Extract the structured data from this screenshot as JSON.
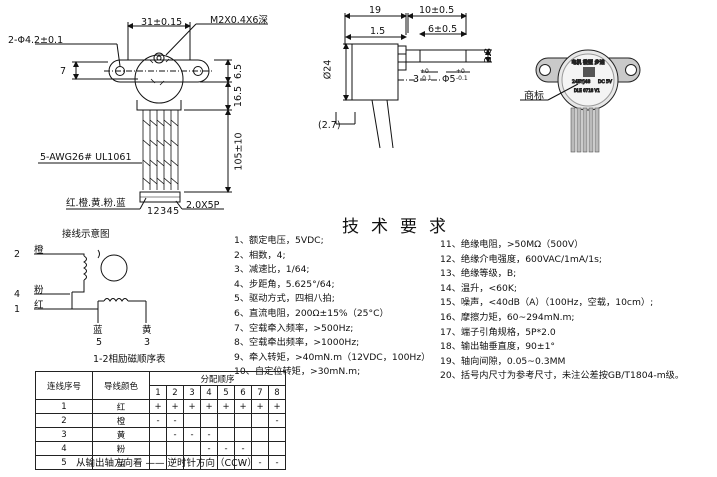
{
  "front_view": {
    "hole_label": "2-Φ4.2±0.1",
    "screw_label": "M2X0.4X6深",
    "dim_31": "31±0.15",
    "dim_7": "7",
    "dim_6_5": "6.5",
    "dim_16_5": "16.5",
    "dim_105": "105±10",
    "wire_label": "5-AWG26# UL1061",
    "color_label": "红.橙.黄.粉.蓝",
    "pin_numbers": "12345",
    "connector_label": "2.0X5P"
  },
  "side_view": {
    "dim_19": "19",
    "dim_10_5": "10±0.5",
    "dim_1_5": "1.5",
    "dim_6_5": "6±0.5",
    "dim_phi24": "Ø24",
    "dim_3": "3",
    "dim_tol_3": "+0\n-0.1",
    "dim_phi5": "Φ5",
    "dim_tol_5": "+0\n-0.1",
    "dim_2_7": "(2.7)",
    "dim_2_8": "2.8"
  },
  "photo": {
    "label": "商标"
  },
  "wiring": {
    "title": "接线示意图",
    "wire_2": "2",
    "wire_2_color": "橙",
    "wire_4": "4",
    "wire_4_color": "粉",
    "wire_1": "1",
    "wire_1_color": "红",
    "bottom_left_color": "蓝",
    "bottom_left_num": "5",
    "bottom_right_color": "黄",
    "bottom_right_num": "3",
    "caption": "1-2相励磁顺序表"
  },
  "spec_title": "技术要求",
  "specs_left": [
    "1、额定电压，5VDC;",
    "2、相数，4;",
    "3、减速比，1/64;",
    "4、步距角，5.625°/64;",
    "5、驱动方式，四相八拍;",
    "6、直流电阻，200Ω±15%（25°C）",
    "7、空载牵入频率，>500Hz;",
    "8、空载牵出频率，>1000Hz;",
    "9、牵入转矩，>40mN.m（12VDC，100Hz）",
    "10、自定位转矩，>30mN.m;"
  ],
  "specs_right": [
    "11、绝缘电阻，>50MΩ（500V）",
    "12、绝缘介电强度，600VAC/1mA/1s;",
    "13、绝缘等级，B;",
    "14、温升，<60K;",
    "15、噪声，<40dB（A）（100Hz，空载，10cm）;",
    "16、摩擦力矩，60~294mN.m;",
    "17、端子引角规格，5P*2.0",
    "18、输出轴垂直度，90±1°",
    "19、轴向间隙，0.05~0.3MM",
    "20、括号内尺寸为参考尺寸，未注公差按GB/T1804-m级。"
  ],
  "table": {
    "head_seq": "连线序号",
    "head_color": "导线颜色",
    "head_order": "分配顺序",
    "steps": [
      "1",
      "2",
      "3",
      "4",
      "5",
      "6",
      "7",
      "8"
    ],
    "rows": [
      {
        "seq": "1",
        "color": "红",
        "cells": [
          "+",
          "+",
          "+",
          "+",
          "+",
          "+",
          "+",
          "+"
        ]
      },
      {
        "seq": "2",
        "color": "橙",
        "cells": [
          "-",
          "-",
          "",
          "",
          "",
          "",
          "",
          "-"
        ]
      },
      {
        "seq": "3",
        "color": "黄",
        "cells": [
          "",
          "-",
          "-",
          "-",
          "",
          "",
          "",
          ""
        ]
      },
      {
        "seq": "4",
        "color": "粉",
        "cells": [
          "",
          "",
          "",
          "-",
          "-",
          "-",
          "",
          ""
        ]
      },
      {
        "seq": "5",
        "color": "蓝",
        "cells": [
          "",
          "",
          "",
          "",
          "",
          "-",
          "-",
          "-"
        ]
      }
    ],
    "footer": "从输出轴方向看 —— 逆时针方向（CCW）"
  }
}
